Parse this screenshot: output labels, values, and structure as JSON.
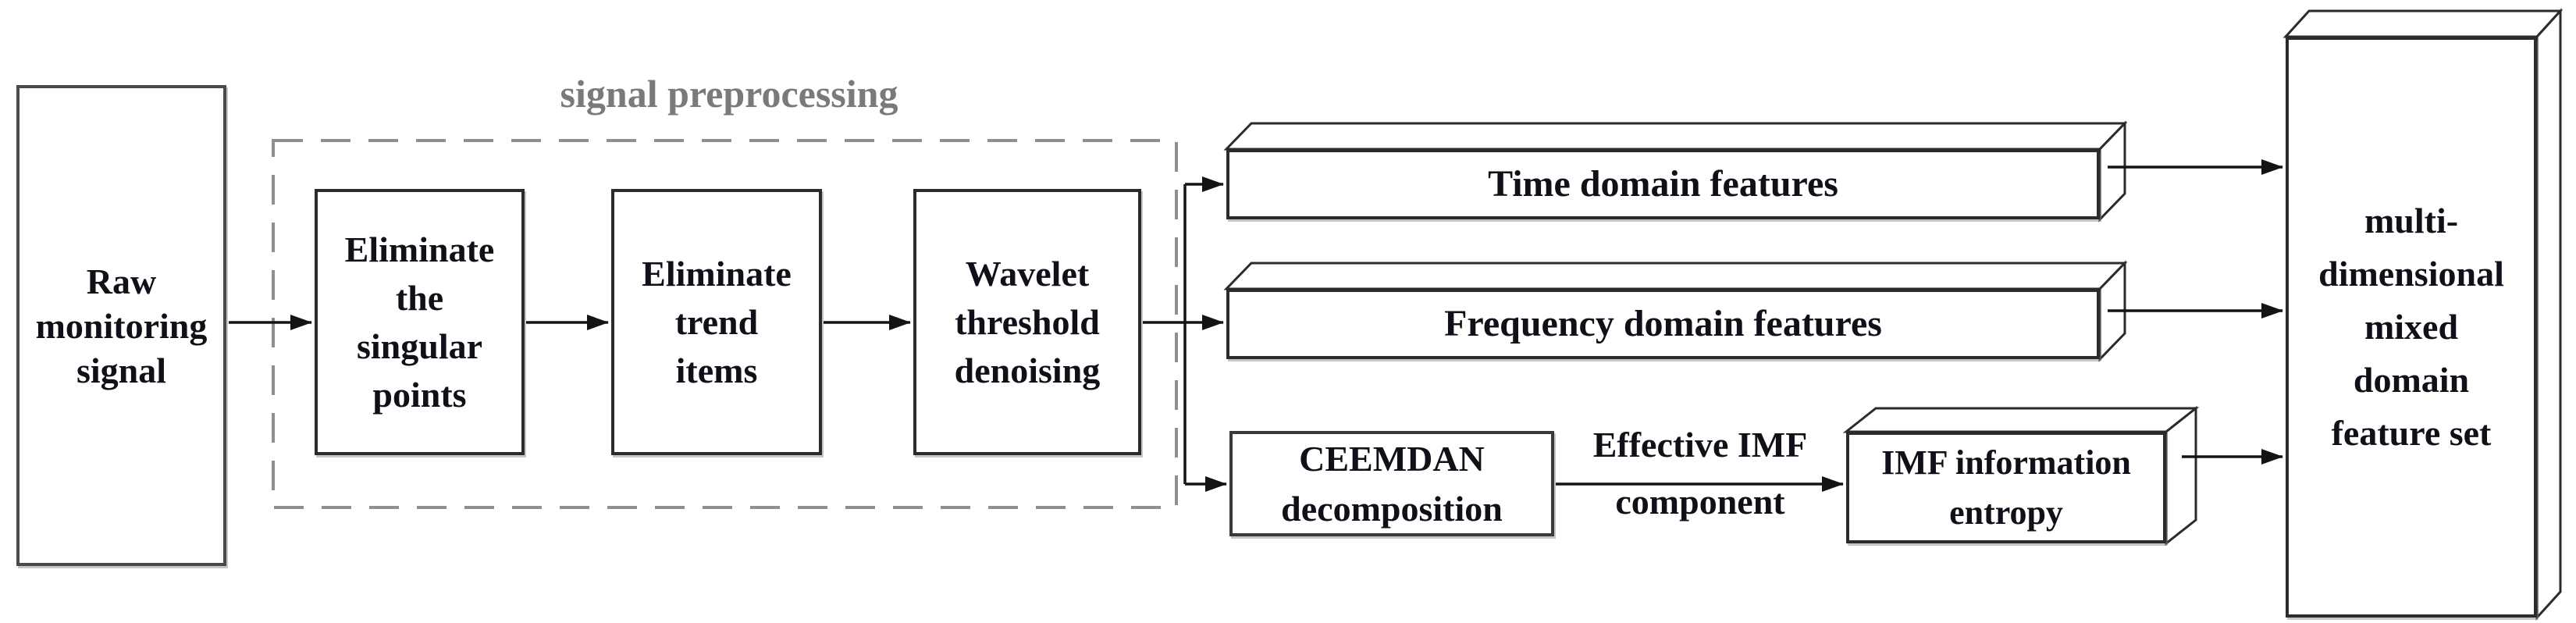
{
  "diagram": {
    "group_label": "signal preprocessing",
    "nodes": {
      "raw_signal": "Raw\nmonitoring\nsignal",
      "eliminate_singular": "Eliminate\nthe\nsingular\npoints",
      "eliminate_trend": "Eliminate\ntrend\nitems",
      "wavelet_denoising": "Wavelet\nthreshold\ndenoising",
      "time_features": "Time domain features",
      "frequency_features": "Frequency domain features",
      "ceemdan": "CEEMDAN\ndecomposition",
      "imf_entropy": "IMF information\nentropy",
      "feature_set": "multi-\ndimensional\nmixed\ndomain\nfeature set"
    },
    "edge_labels": {
      "effective_imf": "Effective IMF\ncomponent"
    },
    "colors": {
      "line": "#141414",
      "box_border": "#2b2b2b",
      "outer_box_border": "#4a4a4a",
      "dashed_border": "#8f8f8f",
      "group_label_text": "#7a7a7a",
      "text": "#101018",
      "background": "#ffffff"
    }
  }
}
